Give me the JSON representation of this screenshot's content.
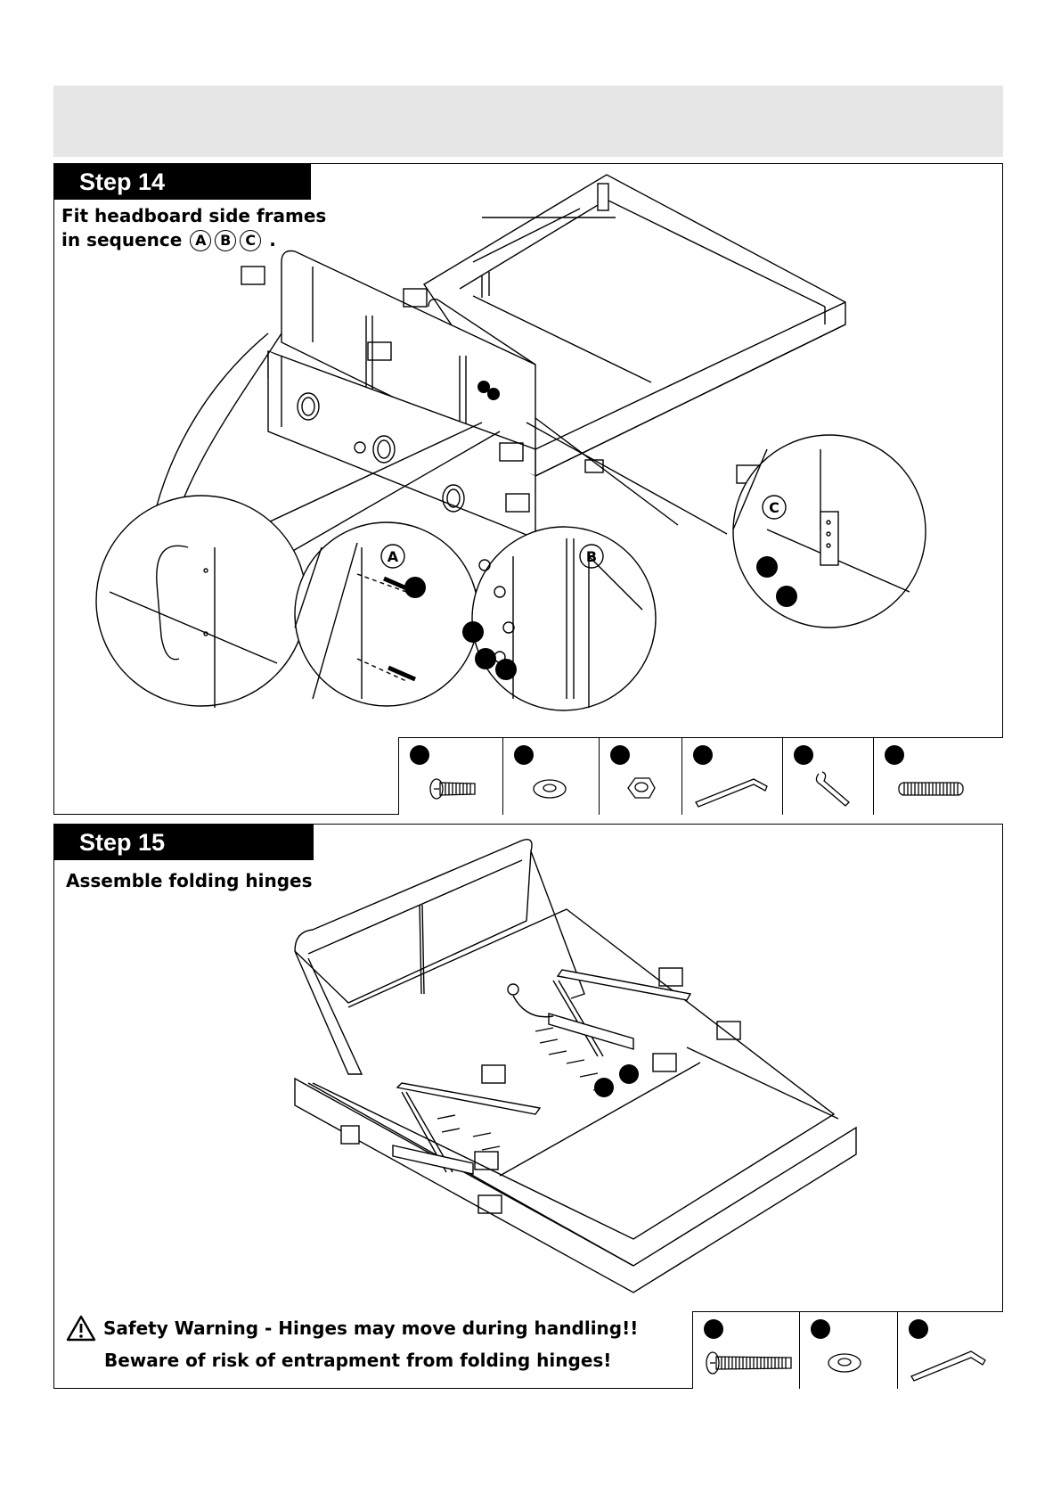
{
  "step14": {
    "title": "Step 14",
    "instruction_line1": "Fit headboard side frames",
    "instruction_line2_prefix": "in sequence",
    "sequence": [
      "A",
      "B",
      "C"
    ],
    "instruction_suffix": ".",
    "callouts": [
      "A",
      "B",
      "C"
    ],
    "parts": [
      {
        "icon": "bolt-icon"
      },
      {
        "icon": "washer-icon"
      },
      {
        "icon": "hex-nut-icon"
      },
      {
        "icon": "allen-key-icon"
      },
      {
        "icon": "spanner-icon"
      },
      {
        "icon": "threaded-rod-icon"
      }
    ]
  },
  "step15": {
    "title": "Step 15",
    "instruction": "Assemble folding hinges",
    "warning_line1": "Safety Warning - Hinges may move during handling!!",
    "warning_line2": "Beware of risk of entrapment from folding hinges!",
    "parts": [
      {
        "icon": "long-bolt-icon"
      },
      {
        "icon": "washer-icon"
      },
      {
        "icon": "allen-key-icon"
      }
    ]
  }
}
